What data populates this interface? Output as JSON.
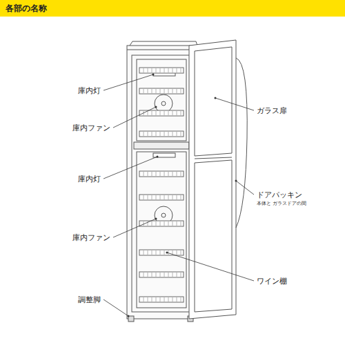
{
  "diagram": {
    "title": "各部の名称",
    "labels": [
      "庫内灯",
      "庫内ファン",
      "庫内灯",
      "庫内ファン",
      "調整脚",
      "ガラス扉",
      "ドアパッキン",
      "本体と ガラスドアの間",
      "ワイン棚"
    ]
  }
}
